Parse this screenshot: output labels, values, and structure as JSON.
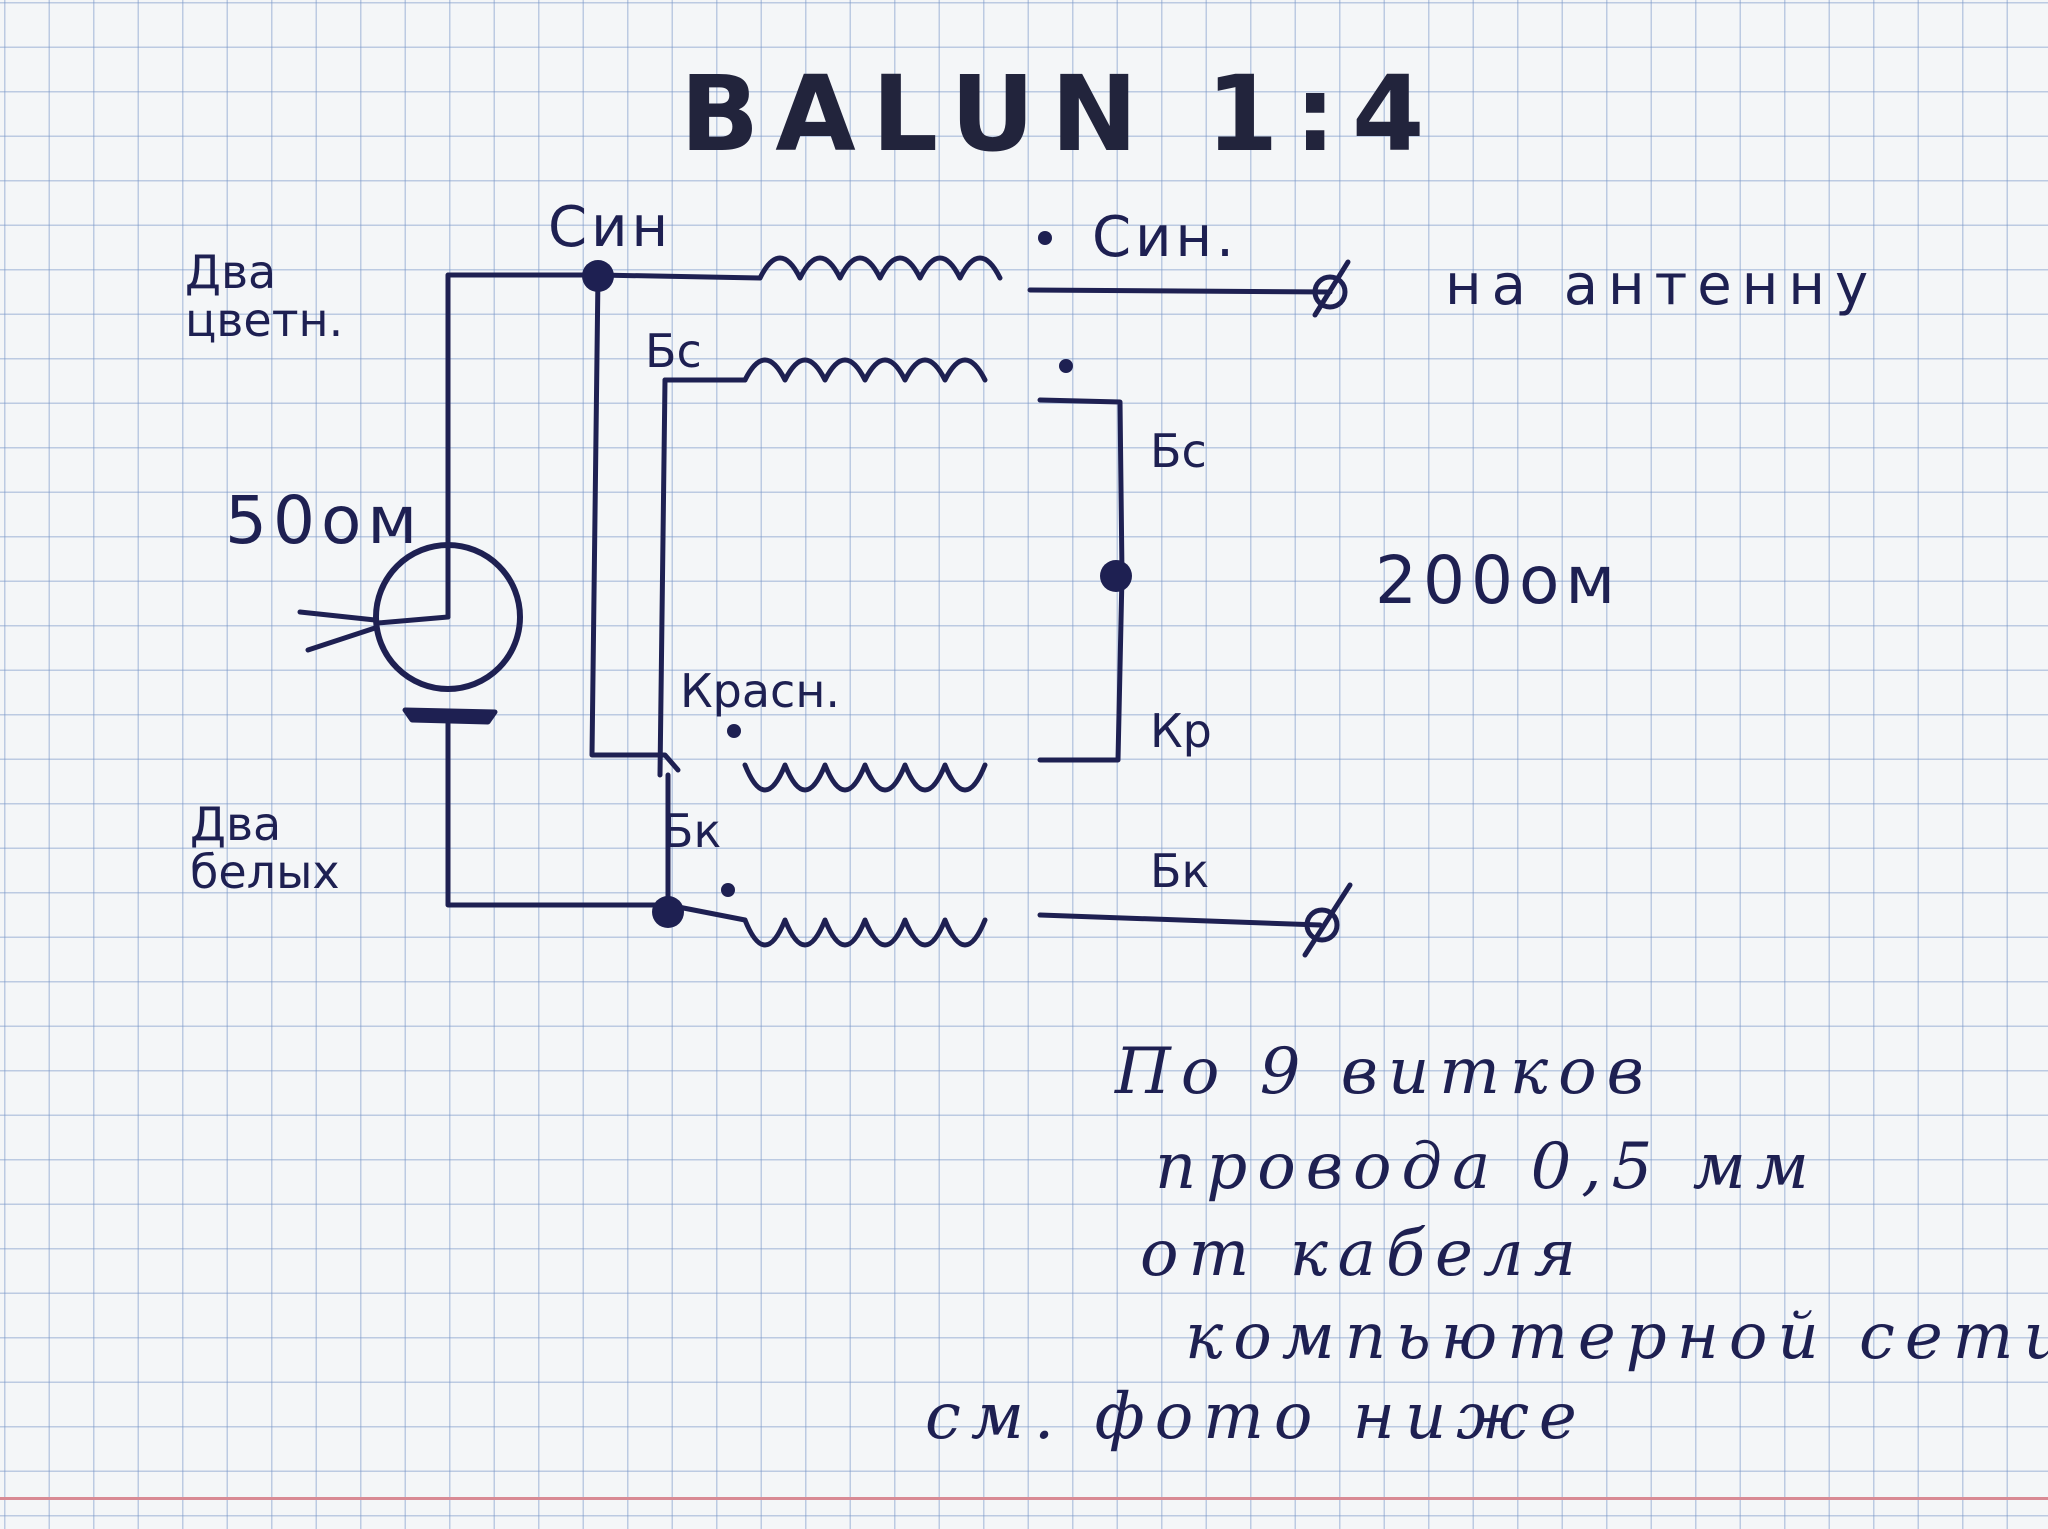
{
  "title": "BALUN 1:4",
  "labels": {
    "input_top_wires": "Два\nцветн.",
    "input_bottom_wires": "Два\nбелых",
    "input_impedance": "50ом",
    "output_impedance": "200ом",
    "to_antenna": "на антенну",
    "wire_blue": "Син",
    "wire_blue_antenna": "Син.",
    "wire_white_blue_top": "Бс",
    "wire_white_blue_right": "Бс",
    "wire_red": "Красн.",
    "wire_red_right": "Кр",
    "wire_white_brown_left": "Бк",
    "wire_white_brown_right": "Бк"
  },
  "note": {
    "lines": [
      "По 9 витков",
      "провода 0,5 мм",
      "от кабеля",
      "компьютерной сети",
      "см. фото ниже"
    ]
  },
  "colors": {
    "ink": "#1e2052",
    "grid": "#7896c8",
    "paper": "#f4f6f8",
    "margin": "#d98a94"
  }
}
